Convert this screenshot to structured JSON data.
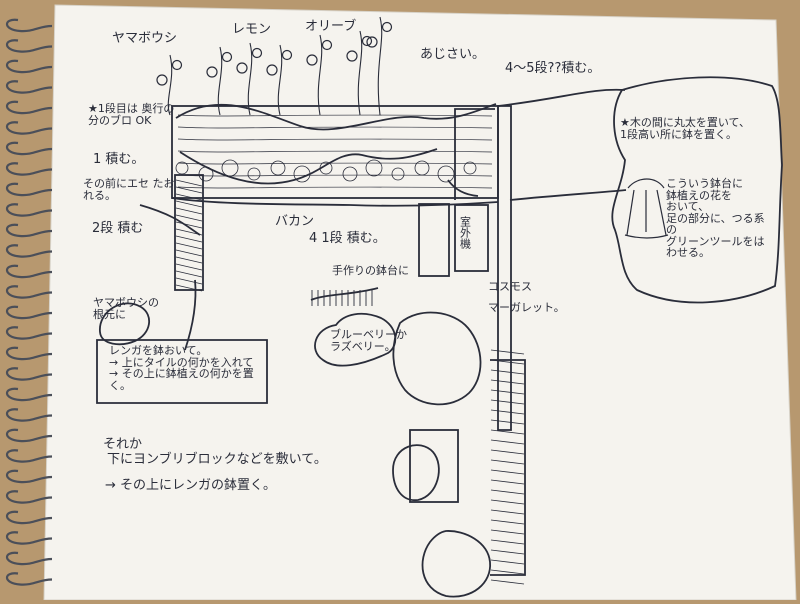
{
  "colors": {
    "desk": "#b7986f",
    "paper": "#f5f3ee",
    "ink": "#2a2d3a",
    "spiral": "#4b4f59"
  },
  "notes": {
    "top_left_plant": "ヤマボウシ",
    "lemon": "レモン",
    "olive": "オリーブ",
    "hydrangea": "あじさい。",
    "tier_top": "4〜5段??積む。",
    "star_left": "★1段目は\n奥行の分のブロ\nOK",
    "stack_1": "1 積む。",
    "front_note": "その前にエセ\nたおれる。",
    "stack_2": "2段 積む",
    "label_bakan": "バカン",
    "stack_4": "4 1段 積む。",
    "hand_trellis": "手作りの鉢台に",
    "blueberry": "ブルーベリーか\nラズベリー。",
    "cosmos": "コスモス",
    "marguerite": "マーガレット。",
    "shed_box": "室外機",
    "yamaboushi_root": "ヤマボウシの\n根元に",
    "brick_box": "レンガを鉢おいて。\n→ 上にタイルの何かを入れて\n→ その上に鉢植えの何かを置く。",
    "bottom_1": "それか",
    "bottom_2": "下にヨンブリブロックなどを敷いて。",
    "bottom_3": "→ その上にレンガの鉢置く。",
    "right_cloud": "★木の間に丸太を置いて、\n1段高い所に鉢を置く。",
    "right_pot": "こういう鉢台に\n鉢植えの花を\nおいて、\n足の部分に、つる系の\nグリーンツールをはわせる。"
  }
}
